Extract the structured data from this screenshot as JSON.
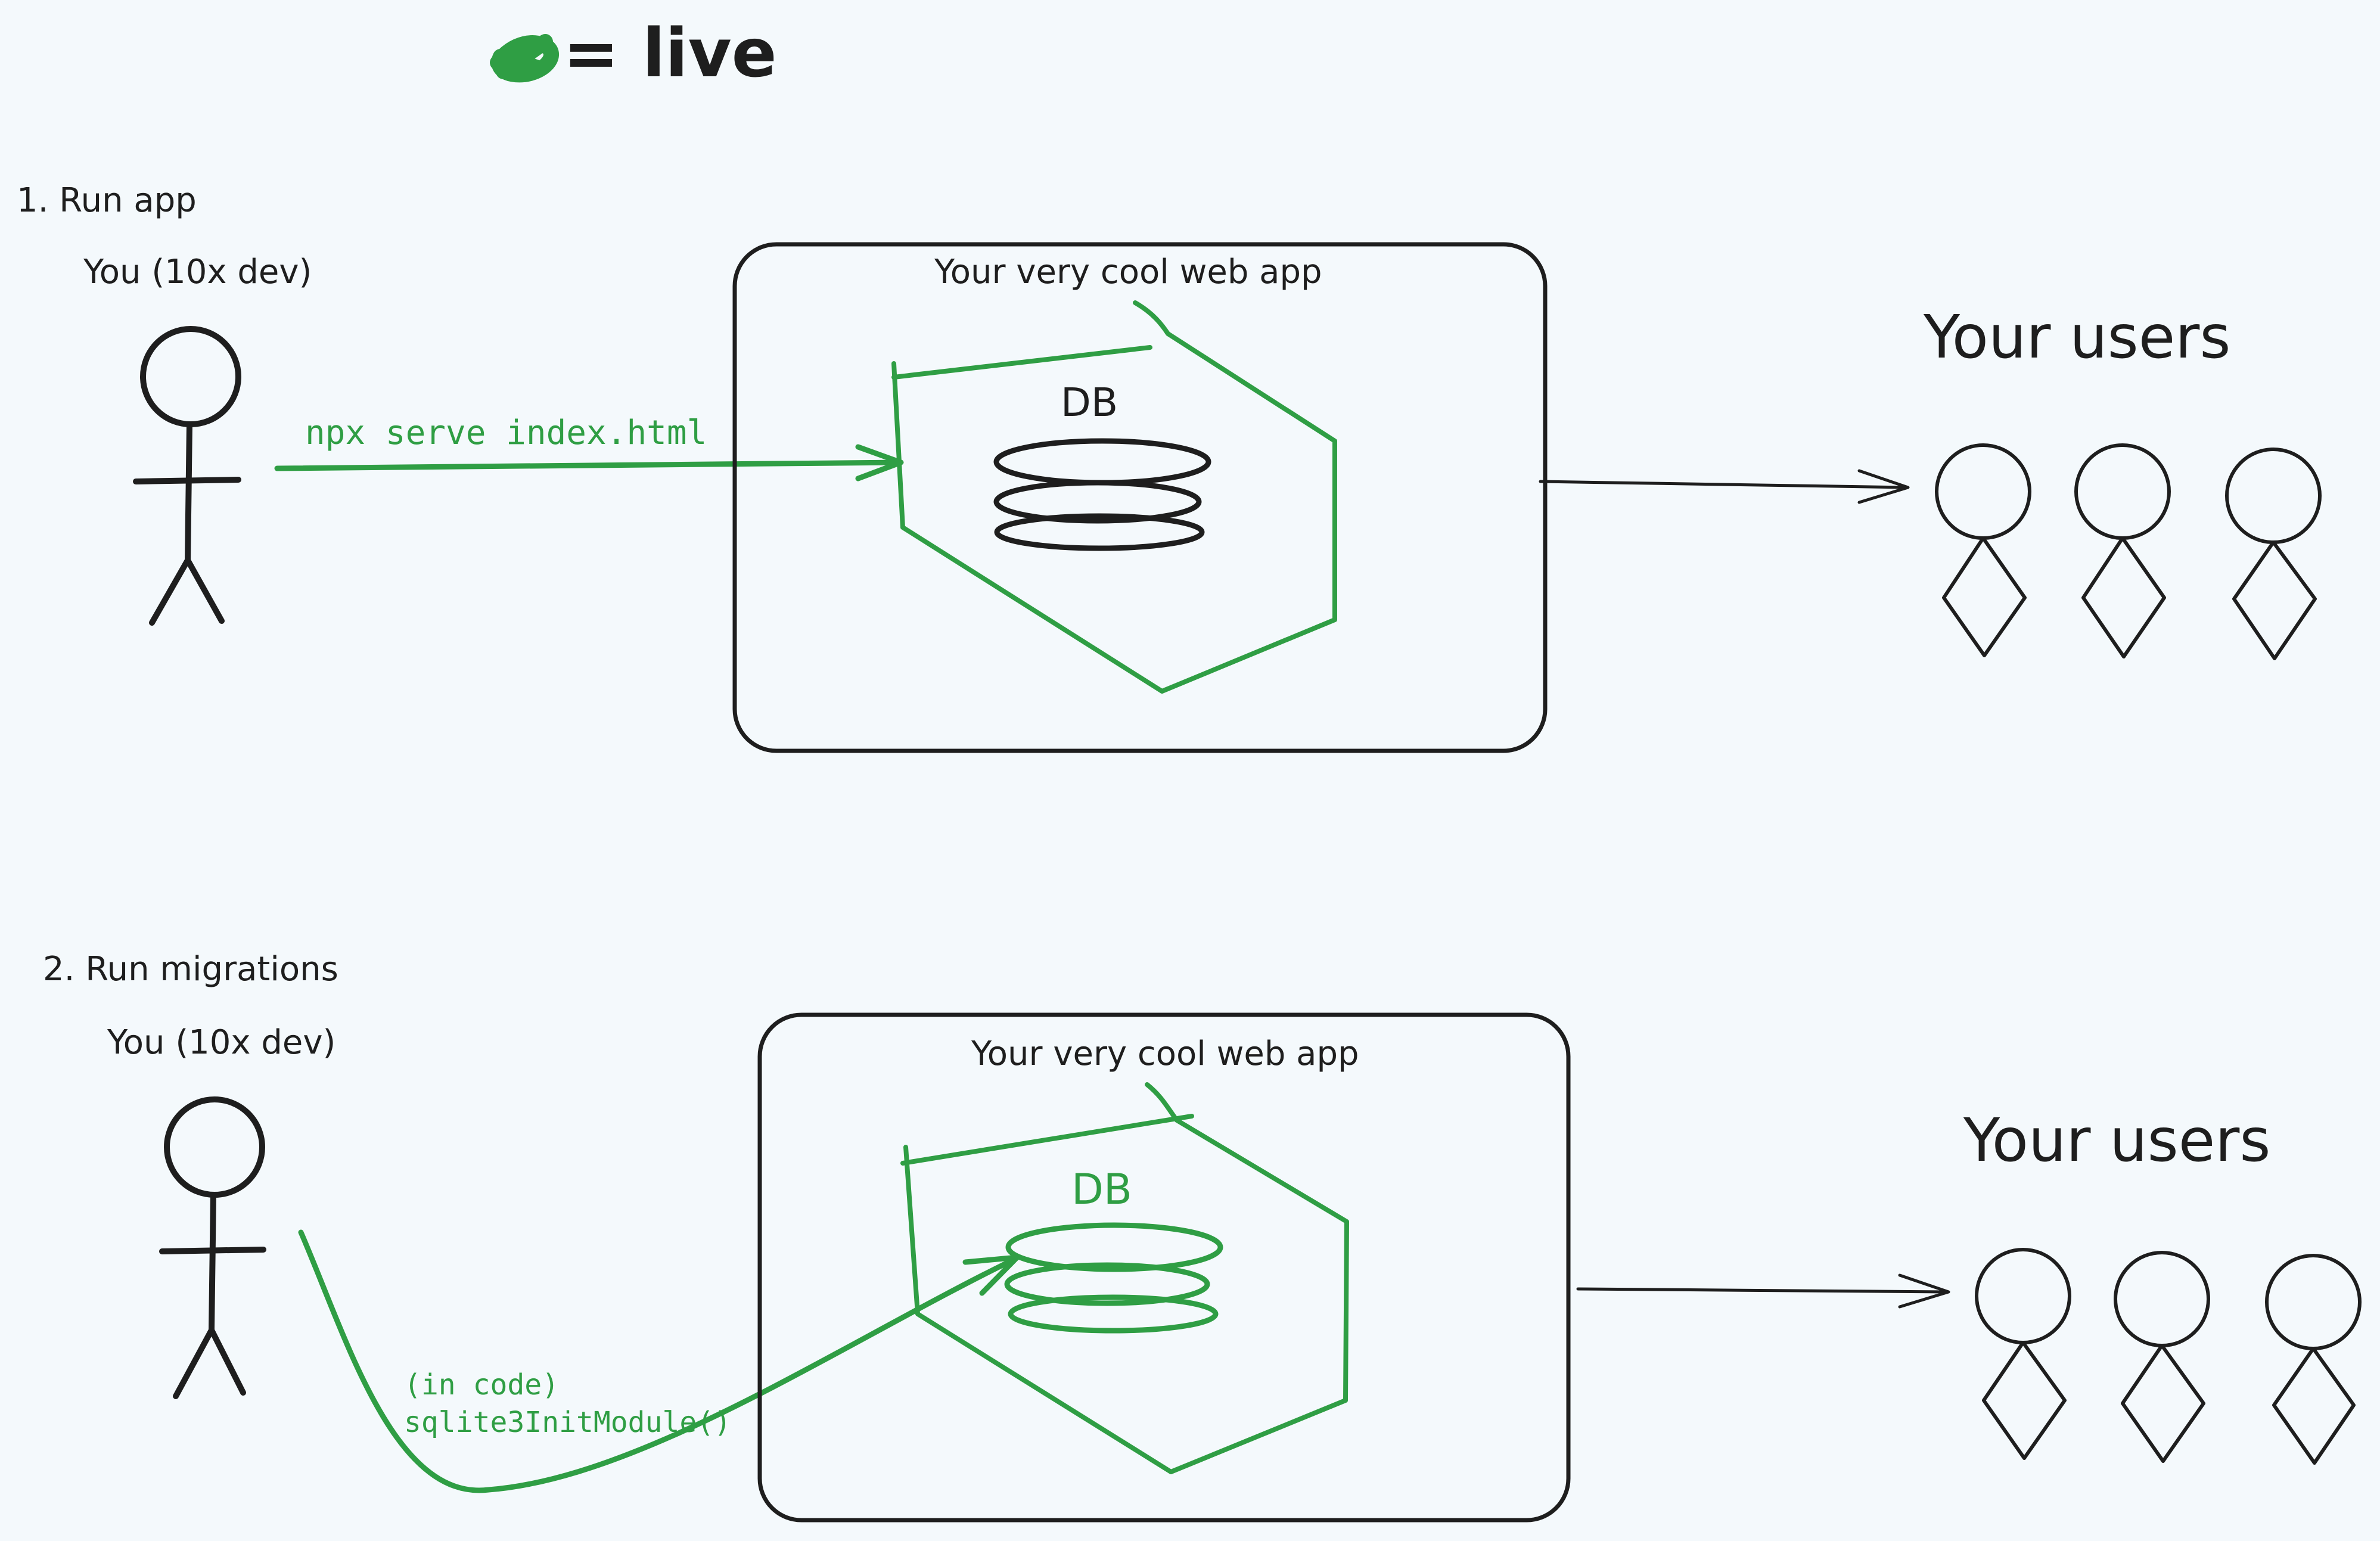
{
  "legend": {
    "text": "= live",
    "swatch_color": "#2f9e44"
  },
  "colors": {
    "ink": "#1e1e1e",
    "live": "#2f9e44",
    "background": "#f4f9fc"
  },
  "steps": [
    {
      "step_label": "1. Run app",
      "actor_label": "You (10x dev)",
      "app_label": "Your very cool web app",
      "db_label": "DB",
      "command_label": "npx serve index.html",
      "users_label": "Your users"
    },
    {
      "step_label": "2. Run migrations",
      "actor_label": "You (10x dev)",
      "app_label": "Your very cool web app",
      "db_label": "DB",
      "command_line1": "(in code)",
      "command_line2": "sqlite3InitModule()",
      "users_label": "Your users"
    }
  ]
}
